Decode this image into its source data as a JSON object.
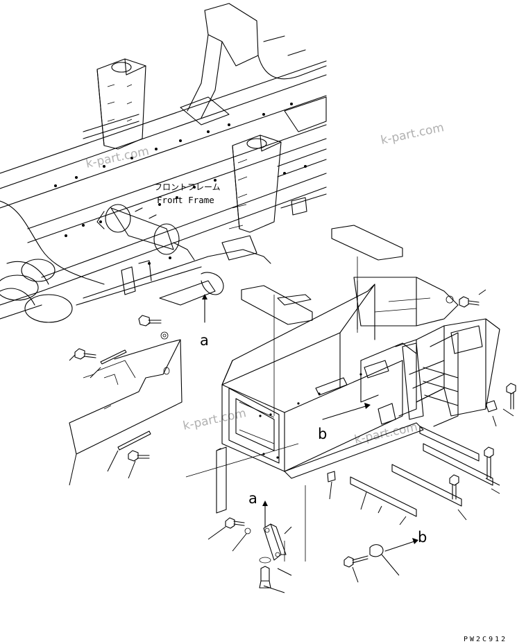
{
  "diagram": {
    "frame_label_jp": "フロントフレーム",
    "frame_label_en": "Front Frame",
    "view_label_a": "a",
    "view_label_b": "b",
    "drawing_code": "PW2C912",
    "watermark": "k-part.com",
    "watermark_note": "k-part.com"
  }
}
